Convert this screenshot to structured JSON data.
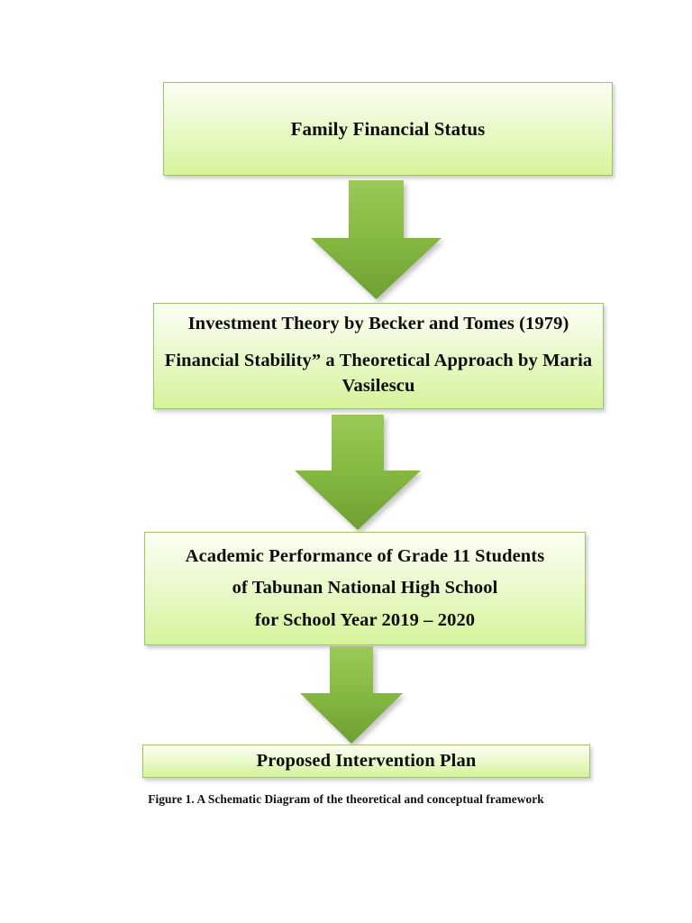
{
  "figure": {
    "caption": "Figure 1. A Schematic Diagram of the theoretical and conceptual framework",
    "background_color": "#FFFFFF"
  },
  "theme": {
    "box_border_color": "#9CC46F",
    "box_fill_top": "#FBFFF2",
    "box_fill_bottom": "#D5F39B",
    "arrow_fill_top": "#93C24E",
    "arrow_fill_bottom": "#74A336",
    "text_color": "#0D0D0D"
  },
  "flow": {
    "nodes": [
      {
        "id": "family-financial-status",
        "lines": [
          "Family Financial Status"
        ]
      },
      {
        "id": "theoretical-framework",
        "lines": [
          "Investment Theory by Becker and Tomes (1979)",
          "Financial Stability” a Theoretical Approach by Maria Vasilescu"
        ]
      },
      {
        "id": "academic-performance",
        "lines": [
          "Academic Performance of Grade 11 Students",
          "of Tabunan National High School",
          "for School Year 2019 – 2020"
        ]
      },
      {
        "id": "proposed-intervention-plan",
        "lines": [
          "Proposed Intervention Plan"
        ]
      }
    ],
    "connectors": [
      {
        "id": "arrow-1",
        "direction": "down",
        "from": "family-financial-status",
        "to": "theoretical-framework"
      },
      {
        "id": "arrow-2",
        "direction": "down",
        "from": "theoretical-framework",
        "to": "academic-performance"
      },
      {
        "id": "arrow-3",
        "direction": "down",
        "from": "academic-performance",
        "to": "proposed-intervention-plan"
      }
    ]
  }
}
